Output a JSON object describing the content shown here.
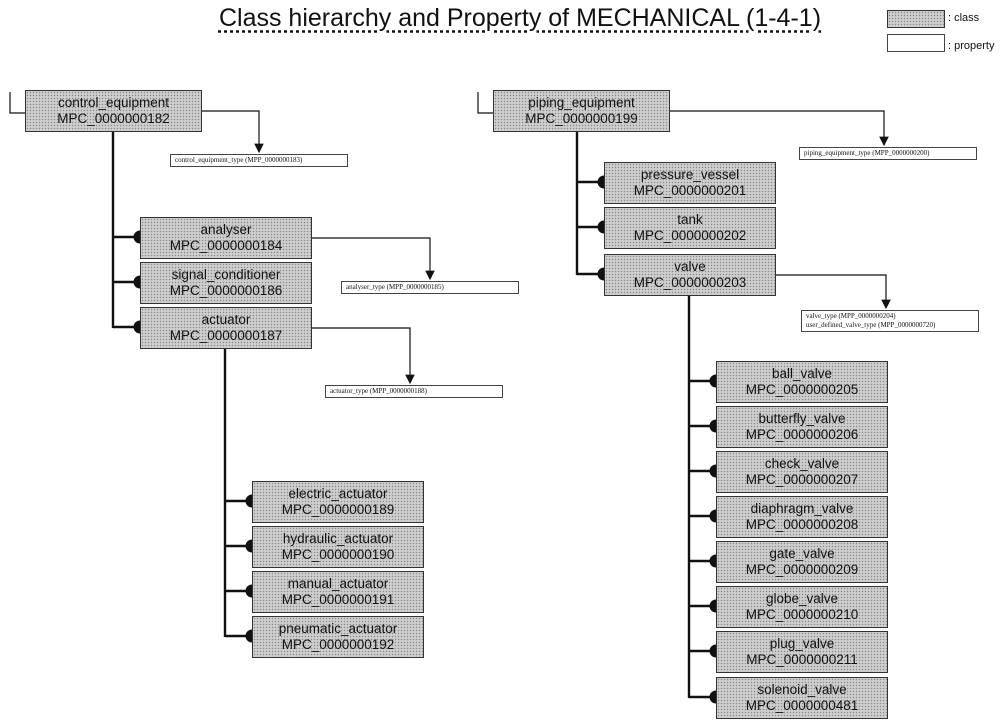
{
  "title": "Class hierarchy and Property of MECHANICAL (1-4-1)",
  "legend": {
    "class_label": ": class",
    "property_label": ": property"
  },
  "classes": {
    "control_equipment": {
      "name": "control_equipment",
      "id": "MPC_0000000182"
    },
    "analyser": {
      "name": "analyser",
      "id": "MPC_0000000184"
    },
    "signal_conditioner": {
      "name": "signal_conditioner",
      "id": "MPC_0000000186"
    },
    "actuator": {
      "name": "actuator",
      "id": "MPC_0000000187"
    },
    "electric_actuator": {
      "name": "electric_actuator",
      "id": "MPC_0000000189"
    },
    "hydraulic_actuator": {
      "name": "hydraulic_actuator",
      "id": "MPC_0000000190"
    },
    "manual_actuator": {
      "name": "manual_actuator",
      "id": "MPC_0000000191"
    },
    "pneumatic_actuator": {
      "name": "pneumatic_actuator",
      "id": "MPC_0000000192"
    },
    "piping_equipment": {
      "name": "piping_equipment",
      "id": "MPC_0000000199"
    },
    "pressure_vessel": {
      "name": "pressure_vessel",
      "id": "MPC_0000000201"
    },
    "tank": {
      "name": "tank",
      "id": "MPC_0000000202"
    },
    "valve": {
      "name": "valve",
      "id": "MPC_0000000203"
    },
    "ball_valve": {
      "name": "ball_valve",
      "id": "MPC_0000000205"
    },
    "butterfly_valve": {
      "name": "butterfly_valve",
      "id": "MPC_0000000206"
    },
    "check_valve": {
      "name": "check_valve",
      "id": "MPC_0000000207"
    },
    "diaphragm_valve": {
      "name": "diaphragm_valve",
      "id": "MPC_0000000208"
    },
    "gate_valve": {
      "name": "gate_valve",
      "id": "MPC_0000000209"
    },
    "globe_valve": {
      "name": "globe_valve",
      "id": "MPC_0000000210"
    },
    "plug_valve": {
      "name": "plug_valve",
      "id": "MPC_0000000211"
    },
    "solenoid_valve": {
      "name": "solenoid_valve",
      "id": "MPC_0000000481"
    }
  },
  "properties": {
    "control_equipment_type": "control_equipment_type (MPP_0000000183)",
    "analyser_type": "analyser_type (MPP_0000000185)",
    "actuator_type": "actuator_type (MPP_0000000188)",
    "piping_equipment_type": "piping_equipment_type (MPP_0000000200)",
    "valve_type": "valve_type (MPP_0000000204)",
    "user_defined_valve_type": "user_defined_valve_type (MPP_0000000720)"
  }
}
